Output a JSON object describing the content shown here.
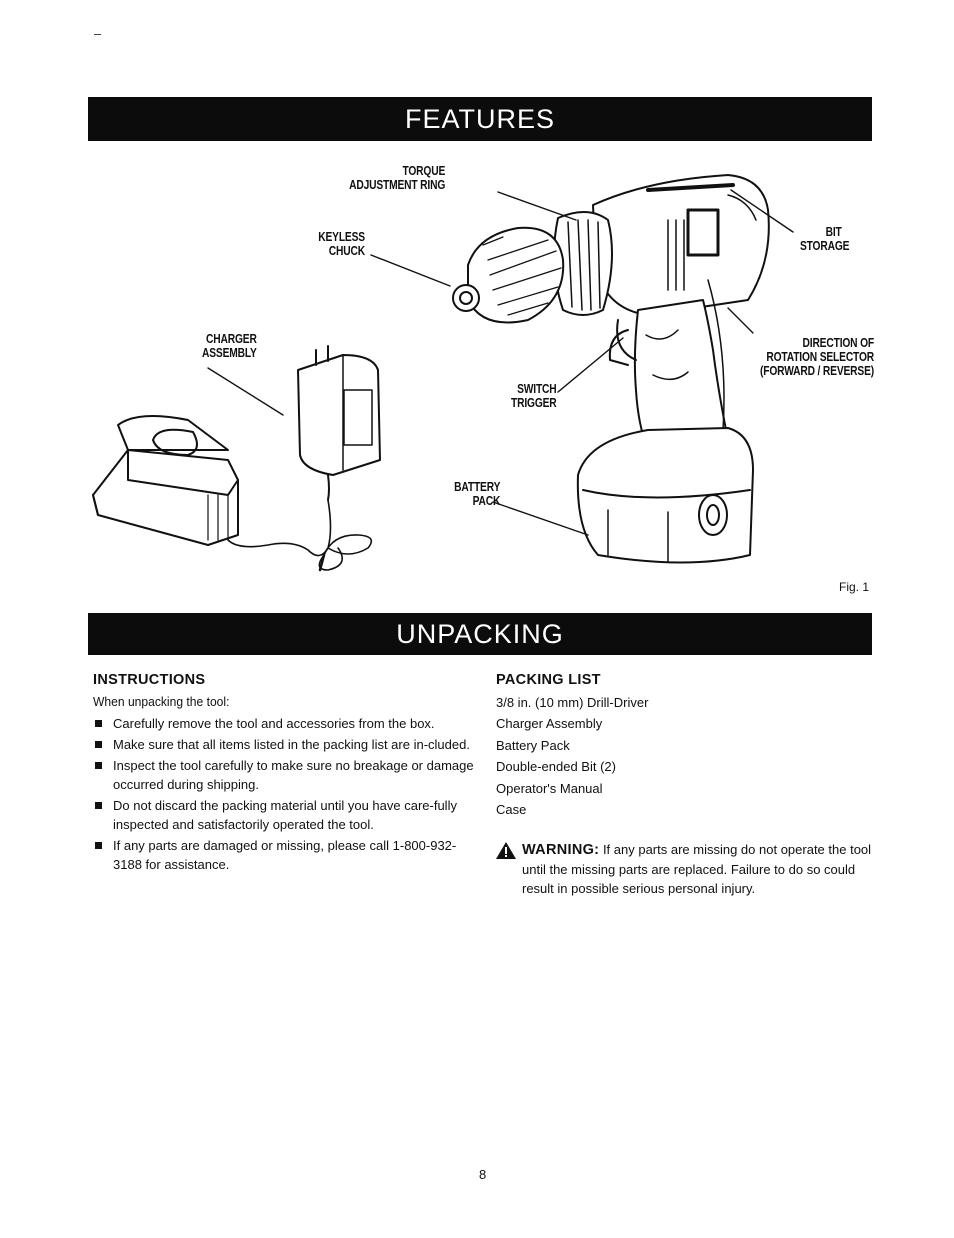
{
  "features": {
    "title": "FEATURES",
    "labels": {
      "torque": [
        "TORQUE",
        "ADJUSTMENT RING"
      ],
      "keyless": [
        "KEYLESS",
        "CHUCK"
      ],
      "bit": [
        "BIT",
        "STORAGE"
      ],
      "charger": [
        "CHARGER",
        "ASSEMBLY"
      ],
      "direction": [
        "DIRECTION OF",
        "ROTATION SELECTOR",
        "(FORWARD / REVERSE)"
      ],
      "switch": [
        "SWITCH",
        "TRIGGER"
      ],
      "battery": [
        "BATTERY",
        "PACK"
      ]
    },
    "fig_caption": "Fig. 1"
  },
  "unpacking": {
    "title": "UNPACKING",
    "instructions": {
      "heading": "INSTRUCTIONS",
      "intro": "When unpacking the tool:",
      "items": [
        "Carefully remove the tool and accessories from the box.",
        "Make sure that all items listed in the packing list are in-cluded.",
        "Inspect the tool carefully to make sure no breakage or damage occurred during shipping.",
        "Do not discard the packing material until you have care-fully inspected and satisfactorily operated the tool.",
        "If any parts are damaged or missing, please call 1-800-932-3188 for assistance."
      ]
    },
    "packing_list": {
      "heading": "PACKING LIST",
      "items": [
        "3/8 in. (10 mm) Drill-Driver",
        "Charger Assembly",
        "Battery Pack",
        "Double-ended Bit (2)",
        "Operator's Manual",
        "Case"
      ]
    },
    "warning": {
      "label": "WARNING:",
      "text": "If any parts are missing do not operate the tool until the missing parts are replaced. Failure to do so could result in possible serious personal injury."
    }
  },
  "page_number": "8"
}
